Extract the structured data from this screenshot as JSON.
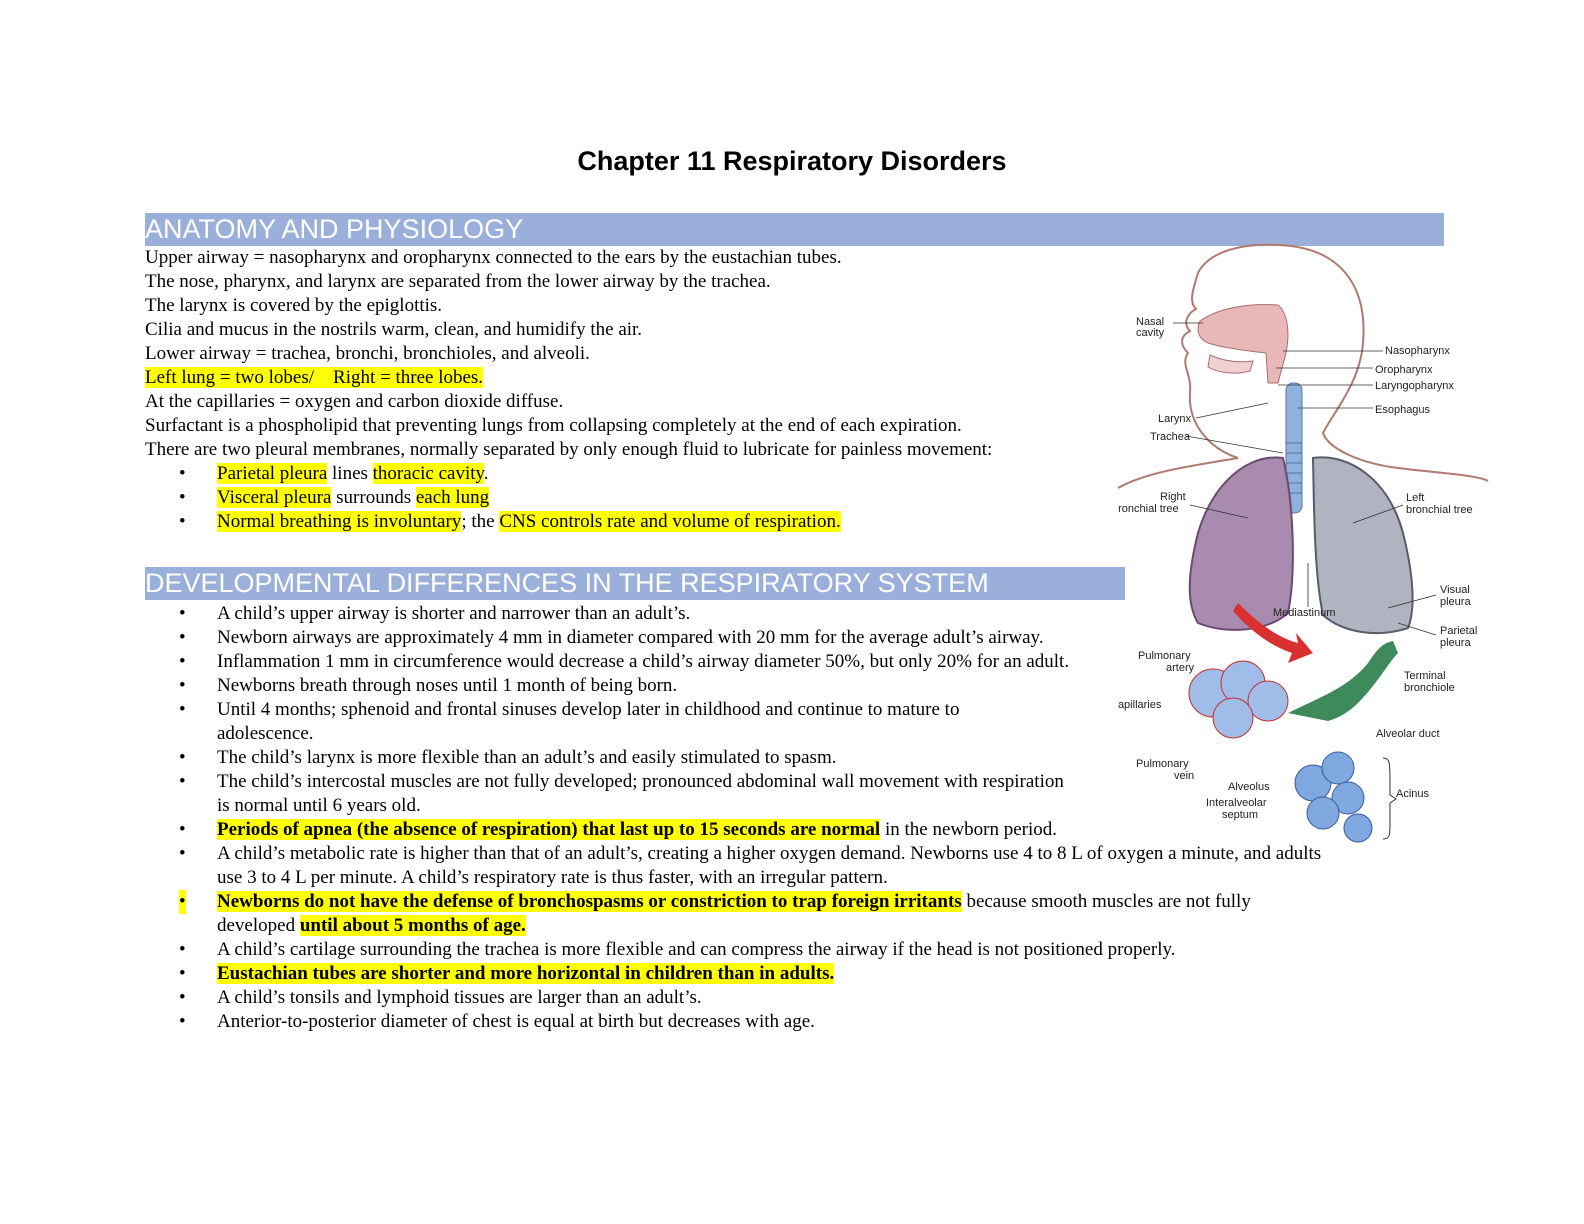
{
  "title": "Chapter 11 Respiratory Disorders",
  "section1": {
    "heading": "ANATOMY AND PHYSIOLOGY",
    "lines": [
      "Upper airway = nasopharynx and oropharynx connected to the ears by the eustachian tubes.",
      "The nose, pharynx, and larynx are separated from the lower airway by the trachea.",
      "The larynx is covered by the epiglottis.",
      "Cilia and mucus in the nostrils warm, clean, and humidify the air.",
      "Lower airway = trachea, bronchi, bronchioles, and alveoli.",
      "Left lung = two lobes/    Right = three lobes.",
      "At the capillaries = oxygen and carbon dioxide diffuse.",
      "Surfactant is a phospholipid that preventing lungs from collapsing completely at the end of each expiration.",
      "There are two pleural membranes, normally separated by only enough fluid to lubricate for painless movement:"
    ],
    "bullets": [
      {
        "a": "Parietal pleura",
        "b": " lines ",
        "c": "thoracic cavity",
        "d": "."
      },
      {
        "a": "Visceral pleura",
        "b": " surrounds ",
        "c": "each lung",
        "d": ""
      },
      {
        "a": "Normal breathing is involuntary",
        "b": "; the ",
        "c": "CNS controls rate and volume of respiration.",
        "d": ""
      }
    ]
  },
  "section2": {
    "heading": "DEVELOPMENTAL DIFFERENCES IN THE RESPIRATORY SYSTEM",
    "items": [
      "A child’s upper airway is shorter and narrower than an adult’s.",
      "Newborn airways are approximately 4 mm in diameter compared with 20 mm for the average adult’s airway.",
      "Inflammation 1 mm in circumference would decrease a child’s airway diameter 50%, but only 20% for an adult.",
      "Newborns breath through noses until 1 month of being born.",
      "Until 4 months; sphenoid and frontal sinuses develop later in childhood and continue to mature to adolescence.",
      "The child’s larynx is more flexible than an adult’s and easily stimulated to spasm.",
      "The child’s intercostal muscles are not fully developed; pronounced abdominal wall movement with respiration is normal until 6 years old."
    ],
    "apnea_bold": "Periods of apnea (the absence of respiration) that last up to 15 seconds are normal",
    "apnea_rest": " in the newborn period.",
    "metabolic_1": "A child’s metabolic rate is higher than that of an adult’s, creating a higher oxygen demand. Newborns use 4 to 8 L of oxygen a minute, and adults",
    "metabolic_2": "use 3 to 4 L per minute. A child’s respiratory rate is thus faster, with an irregular pattern.",
    "newborn_bold": "Newborns do not have the defense of bronchospasms or constriction to trap foreign irritants",
    "newborn_rest": " because smooth muscles are not fully",
    "newborn_2a": "developed ",
    "newborn_2b": "until about 5 months of age.",
    "cartilage": "A child’s cartilage surrounding the trachea is more flexible and can compress the airway if the head is not positioned properly.",
    "eustachian": "Eustachian tubes are shorter and more horizontal in children than in adults.",
    "tonsils": "A child’s tonsils and lymphoid tissues are larger than an adult’s.",
    "chest": "Anterior-to-posterior diameter of chest is equal at birth but decreases with age."
  },
  "figure": {
    "labels": {
      "nasal1": "Nasal",
      "nasal2": "cavity",
      "nasopharynx": "Nasopharynx",
      "oropharynx": "Oropharynx",
      "laryngopharynx": "Laryngopharynx",
      "esophagus": "Esophagus",
      "larynx": "Larynx",
      "trachea": "Trachea",
      "rbt1": "Right",
      "rbt2": "bronchial tree",
      "lbt1": "Left",
      "lbt2": "bronchial tree",
      "visual1": "Visual",
      "visual2": "pleura",
      "parietal1": "Parietal",
      "parietal2": "pleura",
      "mediastinum": "Mediastinum",
      "pa1": "Pulmonary",
      "pa2": "artery",
      "tb1": "Terminal",
      "tb2": "bronchiole",
      "capillaries": "Capillaries",
      "alveolar_duct": "Alveolar duct",
      "pv1": "Pulmonary",
      "pv2": "vein",
      "alveolus": "Alveolus",
      "acinus": "Acinus",
      "is1": "Interalveolar",
      "is2": "septum"
    }
  }
}
